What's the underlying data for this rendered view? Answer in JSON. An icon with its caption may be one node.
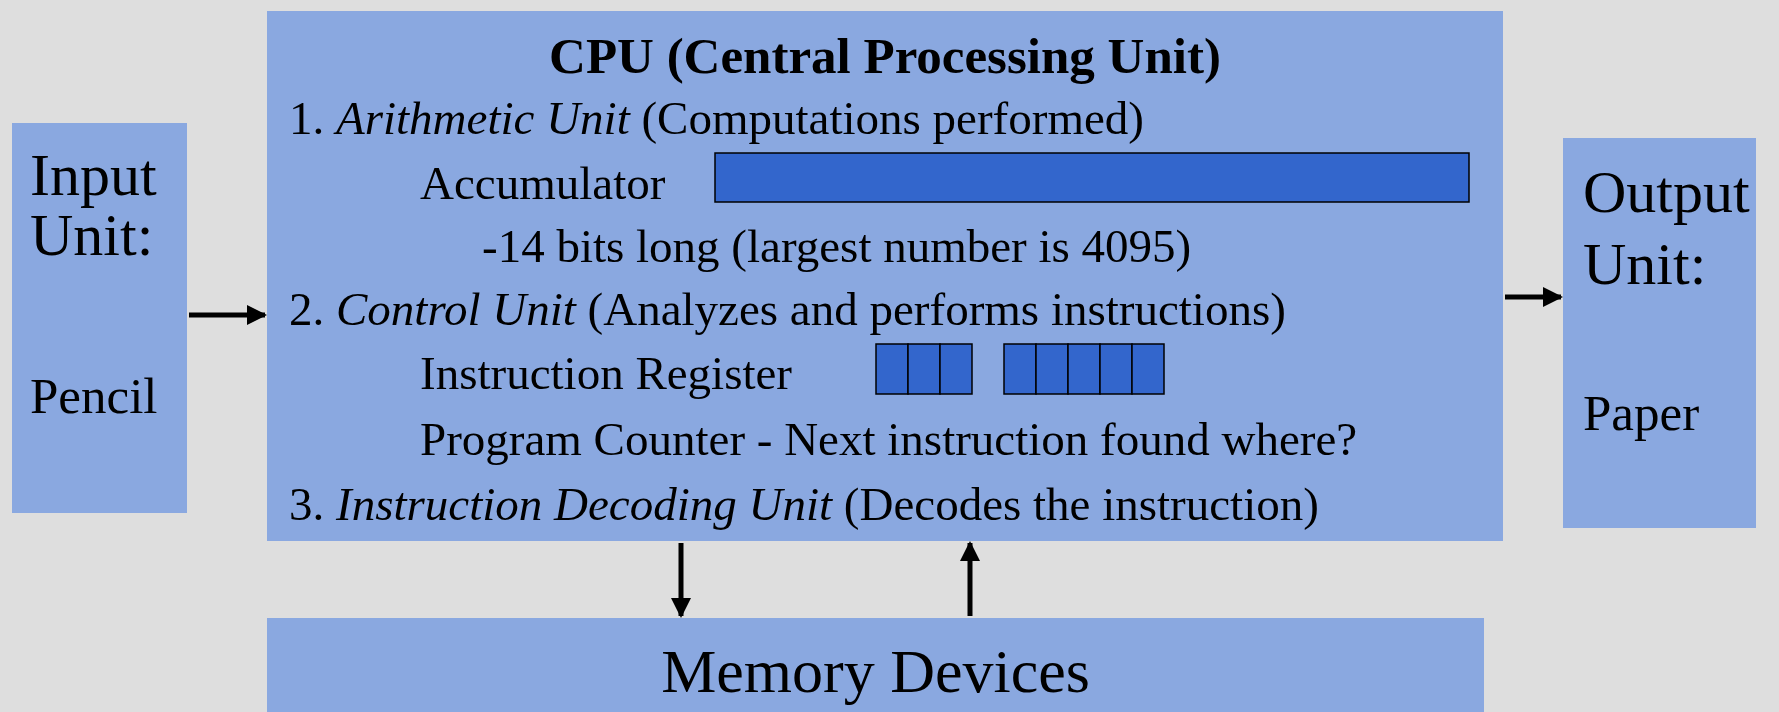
{
  "diagram": {
    "nodes": [
      {
        "text": [
          "Input Unit:",
          "Pencil"
        ]
      },
      {
        "text": [
          "CPU (Central Processing Unit)",
          "1. *Arithmetic Unit* (Computations performed)",
          "Accumulator",
          "-14 bits long (largest number is 4095)",
          "2. *Control Unit* (Analyzes and performs instructions)",
          "Instruction Register",
          "Program Counter - Next instruction found where?",
          "3. *Instruction Decoding Unit* (Decodes the instruction)"
        ]
      },
      {
        "text": [
          "Output Unit:",
          "Paper"
        ]
      },
      {
        "text": [
          "Memory Devices"
        ]
      }
    ],
    "edges": [
      {
        "from": 0,
        "to": 1,
        "arrow": "to"
      },
      {
        "from": 1,
        "to": 2,
        "arrow": "to"
      },
      {
        "from": 1,
        "to": 3,
        "arrow": "to"
      },
      {
        "from": 3,
        "to": 1,
        "arrow": "to"
      }
    ]
  }
}
